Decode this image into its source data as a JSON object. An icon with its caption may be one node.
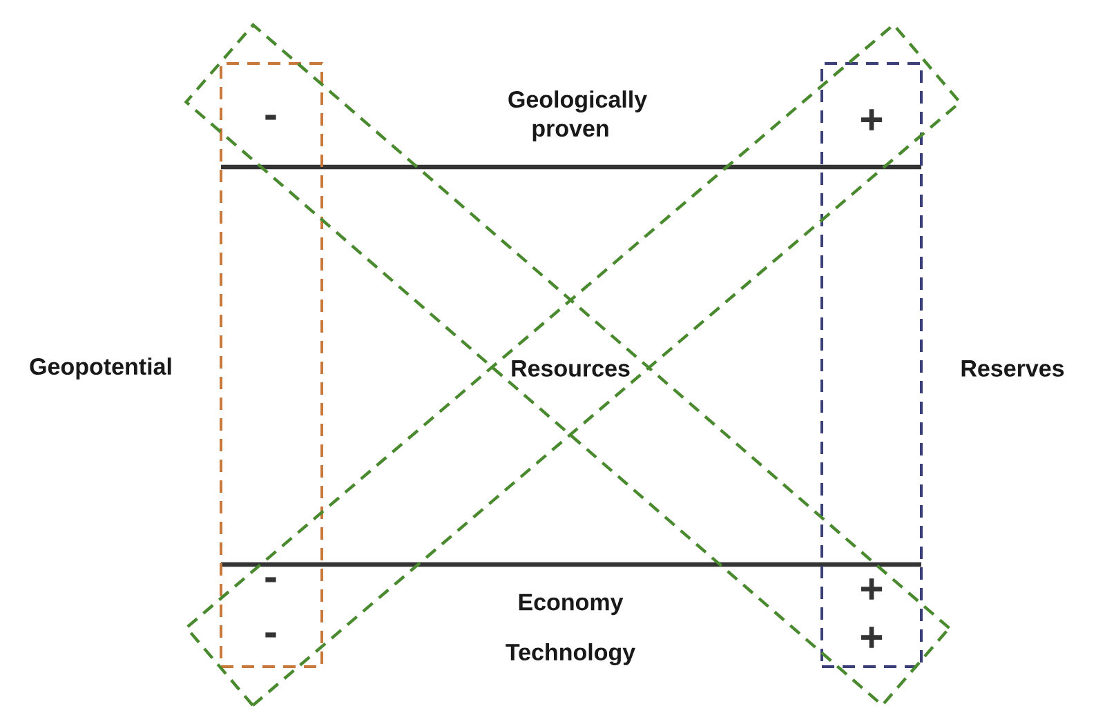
{
  "diagram": {
    "nodes": [
      {
        "text": [
          "-",
          "-",
          "-"
        ]
      },
      {
        "text": [
          "+",
          "+",
          "+"
        ]
      },
      {
        "text": [],
        "shape": "box"
      },
      {
        "text": [],
        "shape": "box"
      }
    ],
    "labels": [
      "Geologically proven",
      "Geopotential",
      "Resources",
      "Reserves",
      "Economy",
      "Technology"
    ]
  }
}
